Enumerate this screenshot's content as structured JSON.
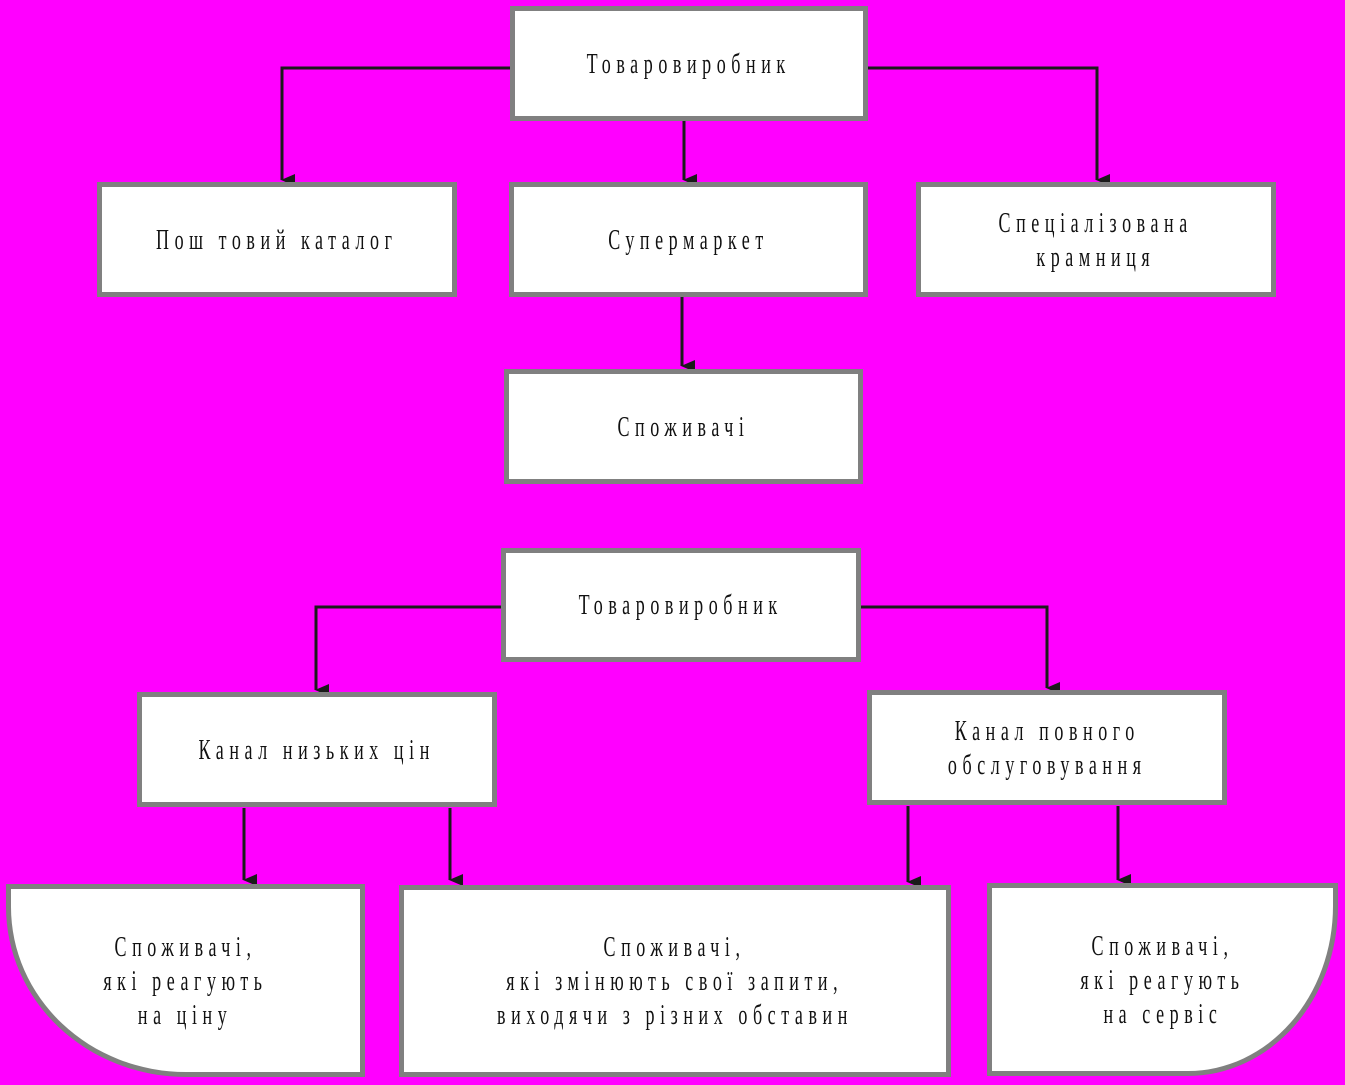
{
  "diagram1": {
    "producer": "Товаровиробник",
    "mail_catalog": "Пош товий каталог",
    "supermarket": "Супермаркет",
    "specialized_store": [
      "Спеціалізована",
      "крамниця"
    ],
    "consumers": "Споживачі"
  },
  "diagram2": {
    "producer": "Товаровиробник",
    "low_price_channel": "Канал низьких цін",
    "full_service_channel": [
      "Канал повного",
      "обслуговування"
    ],
    "price_consumers": [
      "Споживачі,",
      "які реагують",
      "на ціну"
    ],
    "changing_consumers": [
      "Споживачі,",
      "які змінюють свої запити,",
      "виходячи з різних обставин"
    ],
    "service_consumers": [
      "Споживачі,",
      "які реагують",
      "на сервіс"
    ]
  },
  "colors": {
    "background": "#ff00ff",
    "box_fill": "#ffffff",
    "box_border": "#808080",
    "arrow": "#1a1a1a"
  }
}
